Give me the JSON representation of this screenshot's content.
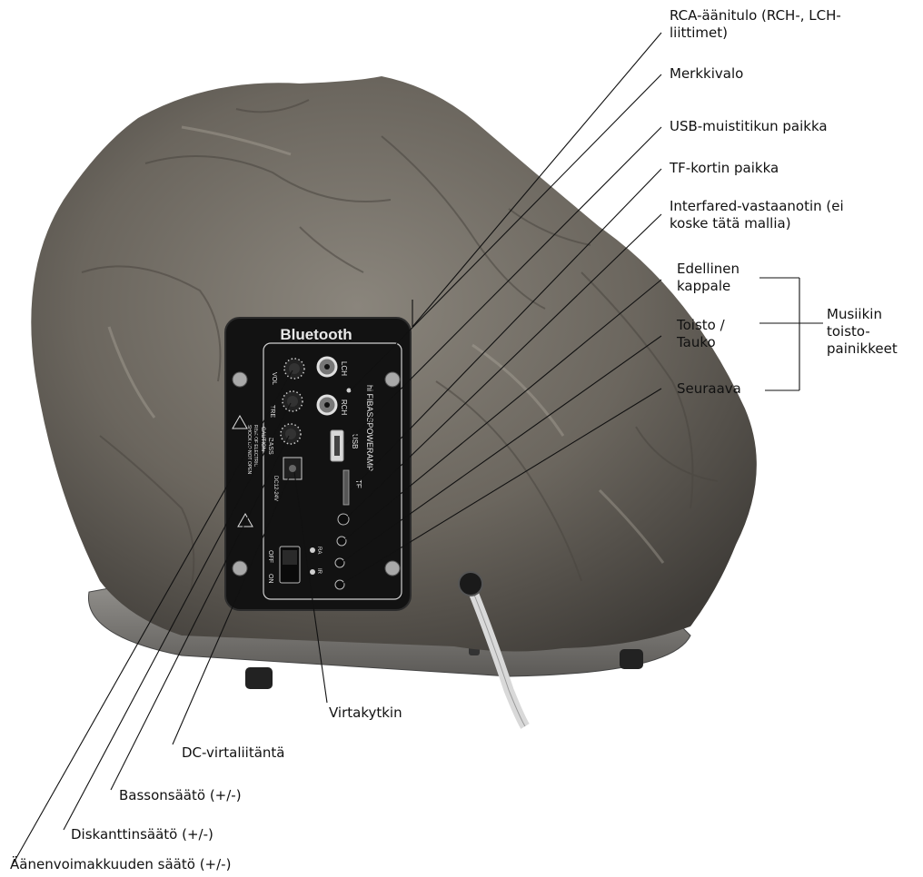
{
  "panel": {
    "brand": "Bluetooth",
    "model": "hi FIBASSPOWERAMP",
    "jack_lch": "LCH",
    "jack_rch": "RCH",
    "port_usb": "USB",
    "port_tf": "TF",
    "knob_vol": "VOL",
    "knob_tre": "TRE",
    "knob_bass": "BASS",
    "dc_label": "DC12-24V",
    "caution": "CAUTION",
    "warning_line1": "RISK OF ELECTRIC",
    "warning_line2": "SHOCK DO NOT OPEN",
    "switch_off": "OFF",
    "switch_on": "ON",
    "small_ra": "RA",
    "small_ir": "IR"
  },
  "labels": {
    "rca_input": "RCA-äänitulo (RCH-, LCH-\nliittimet)",
    "indicator": "Merkkivalo",
    "usb_slot": "USB-muistitikun paikka",
    "tf_slot": "TF-kortin paikka",
    "ir_receiver": "Interfared-vastaanotin (ei\nkoske tätä mallia)",
    "previous": "Edellinen\nkappale",
    "play_pause": "Toisto /\nTauko",
    "next": "Seuraava",
    "music_buttons": "Musiikin\ntoisto-\npainikkeet",
    "power_switch": "Virtakytkin",
    "dc_input": "DC-virtaliitäntä",
    "bass": "Bassonsäätö (+/-)",
    "treble": "Diskanttinsäätö (+/-)",
    "volume": "Äänenvoimakkuuden säätö (+/-)"
  }
}
